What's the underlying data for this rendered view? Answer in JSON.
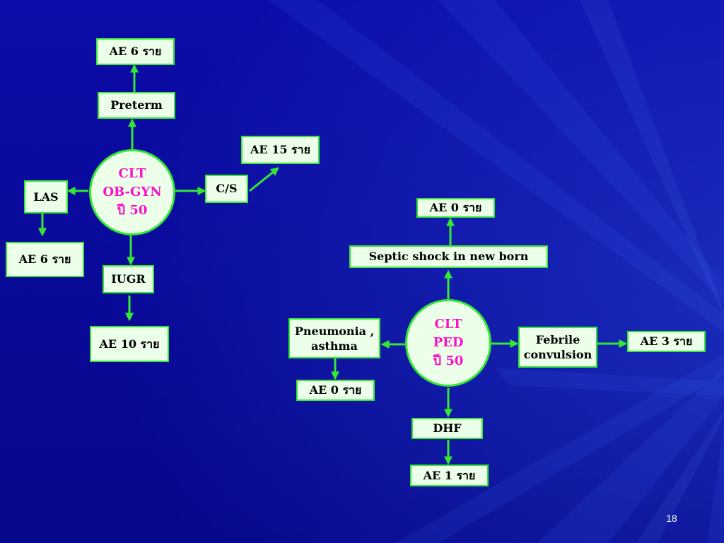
{
  "background": {
    "color_top": "#0a0a9e",
    "color_bottom": "#08088a",
    "ray_color": "#3a6dff"
  },
  "colors": {
    "box_fill": "#ebffe9",
    "box_border": "#33e833",
    "connector": "#33e833",
    "circle_text": "#ff0ec8",
    "box_text": "#000000",
    "page_number": "#ffffff"
  },
  "obgyn": {
    "hub_lines": [
      "CLT",
      "OB-GYN",
      "ปี 50"
    ],
    "preterm": "Preterm",
    "preterm_ae": "AE 6  ราย",
    "cs": "C/S",
    "cs_ae": "AE 15 ราย",
    "las": "LAS",
    "las_ae": "AE 6  ราย",
    "iugr": "IUGR",
    "iugr_ae": "AE 10 ราย"
  },
  "ped": {
    "hub_lines": [
      "CLT",
      "PED",
      "ปี 50"
    ],
    "septic": "Septic shock in new born",
    "septic_ae": "AE 0  ราย",
    "pneumonia_lines": [
      "Pneumonia ,",
      "asthma"
    ],
    "pneumonia_ae": "AE 0  ราย",
    "febrile_lines": [
      "Febrile",
      "convulsion"
    ],
    "febrile_ae": "AE 3 ราย",
    "dhf": "DHF",
    "dhf_ae": "AE 1 ราย"
  },
  "page_number": "18"
}
